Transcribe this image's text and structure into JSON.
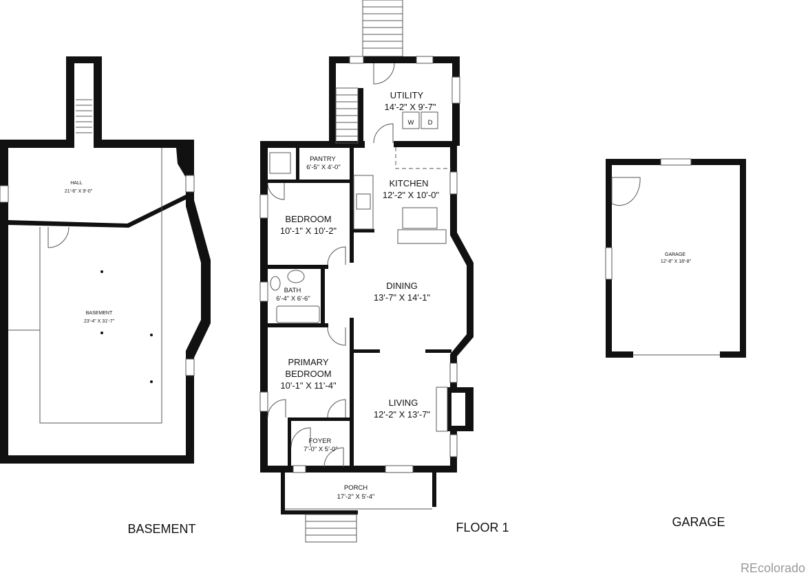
{
  "floors": {
    "basement": {
      "title": "BASEMENT",
      "rooms": {
        "hall": {
          "name": "HALL",
          "size": "21'-6\" X 9'-0\""
        },
        "basement": {
          "name": "BASEMENT",
          "size": "23'-4\" X 31'-7\""
        }
      }
    },
    "floor1": {
      "title": "FLOOR 1",
      "rooms": {
        "utility": {
          "name": "UTILITY",
          "size": "14'-2\" X 9'-7\""
        },
        "pantry": {
          "name": "PANTRY",
          "size": "6'-5\" X 4'-0\""
        },
        "kitchen": {
          "name": "KITCHEN",
          "size": "12'-2\" X 10'-0\""
        },
        "bedroom": {
          "name": "BEDROOM",
          "size": "10'-1\" X 10'-2\""
        },
        "bath": {
          "name": "BATH",
          "size": "6'-4\" X 6'-6\""
        },
        "dining": {
          "name": "DINING",
          "size": "13'-7\" X 14'-1\""
        },
        "primary_bedroom": {
          "name_line1": "PRIMARY",
          "name_line2": "BEDROOM",
          "size": "10'-1\" X 11'-4\""
        },
        "living": {
          "name": "LIVING",
          "size": "12'-2\" X 13'-7\""
        },
        "foyer": {
          "name": "FOYER",
          "size": "7'-0\" X 5'-0\""
        },
        "porch": {
          "name": "PORCH",
          "size": "17'-2\" X 5'-4\""
        }
      },
      "appliance_labels": {
        "washer": "W",
        "dryer": "D"
      }
    },
    "garage": {
      "title": "GARAGE",
      "rooms": {
        "garage": {
          "name": "GARAGE",
          "size": "12'-8\" X 18'-8\""
        }
      }
    }
  },
  "watermark": "REcolorado"
}
